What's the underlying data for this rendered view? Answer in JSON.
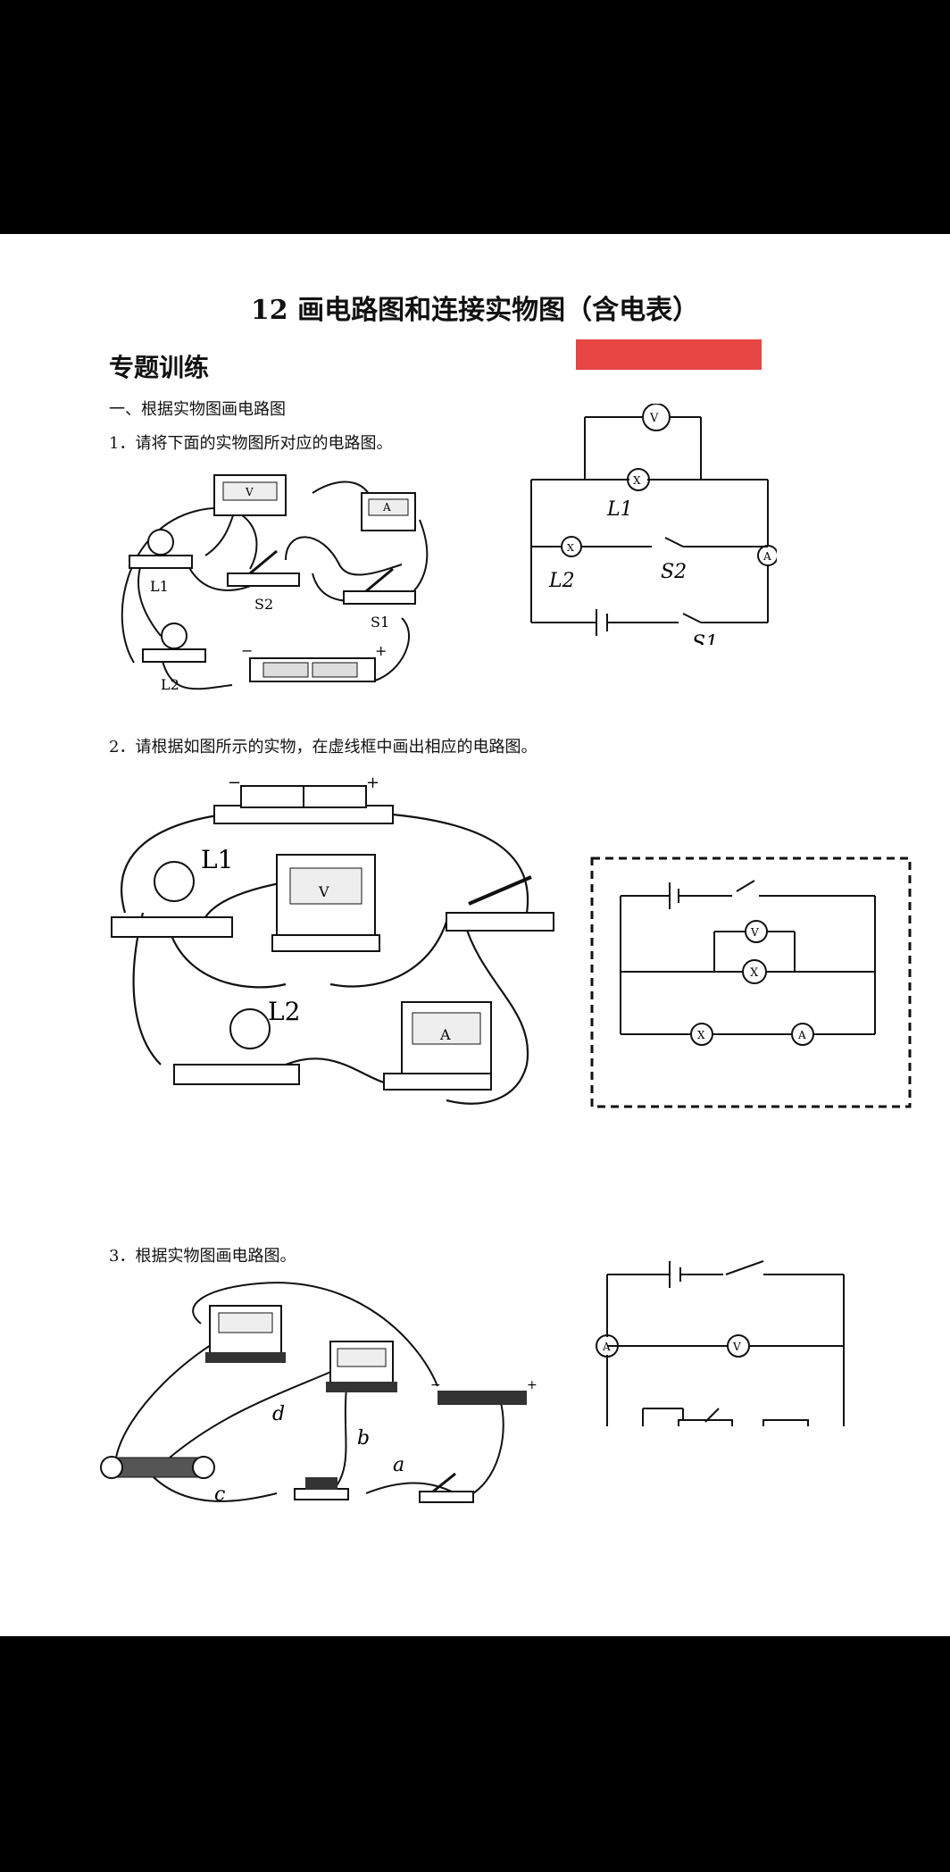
{
  "title": "12  画电路图和连接实物图（含电表）",
  "section_heading": "专题训练",
  "part_heading": "一、根据实物图画电路图",
  "questions": [
    {
      "label": "1．请将下面的实物图所对应的电路图。"
    },
    {
      "label": "2．请根据如图所示的实物，在虚线框中画出相应的电路图。"
    },
    {
      "label": "3．根据实物图画电路图。"
    }
  ],
  "figure_labels": {
    "L1": "L1",
    "L2": "L2",
    "S1": "S1",
    "S2": "S2",
    "V": "V",
    "A": "A",
    "plus": "+",
    "minus": "−",
    "a": "a",
    "b": "b",
    "c": "c",
    "d": "d"
  },
  "handwritten": {
    "L1": "L1",
    "L2": "L2",
    "S1": "S1",
    "S2": "S2",
    "V": "V",
    "A": "A",
    "X": "X"
  },
  "colors": {
    "redacted_bar": "#e84545",
    "ink": "#111111"
  }
}
